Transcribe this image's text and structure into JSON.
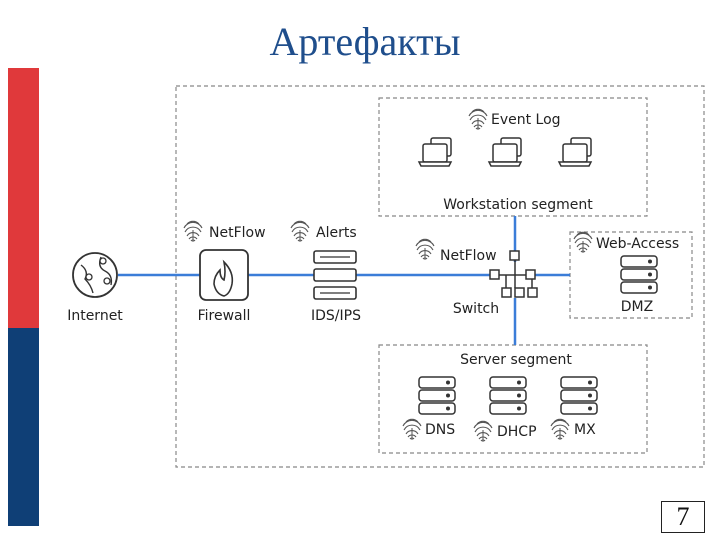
{
  "title": "Артефакты",
  "page_number": "7",
  "nodes": {
    "internet": "Internet",
    "firewall": "Firewall",
    "ids_ips": "IDS/IPS",
    "switch": "Switch",
    "dmz": "DMZ",
    "dns": "DNS",
    "dhcp": "DHCP",
    "mx": "MX"
  },
  "segments": {
    "workstation": "Workstation segment",
    "server": "Server segment"
  },
  "artifacts": {
    "event_log": "Event Log",
    "netflow_firewall": "NetFlow",
    "alerts": "Alerts",
    "netflow_switch": "NetFlow",
    "web_access": "Web-Access"
  },
  "colors": {
    "accent_red": "#e0393b",
    "accent_blue": "#0f3f76",
    "link_blue": "#3b7dd8",
    "title_blue": "#1f4e8c"
  },
  "icons": [
    "globe-icon",
    "fingerprint-icon",
    "firewall-icon",
    "ids-ips-icon",
    "switch-icon",
    "laptop-icon",
    "server-icon"
  ]
}
